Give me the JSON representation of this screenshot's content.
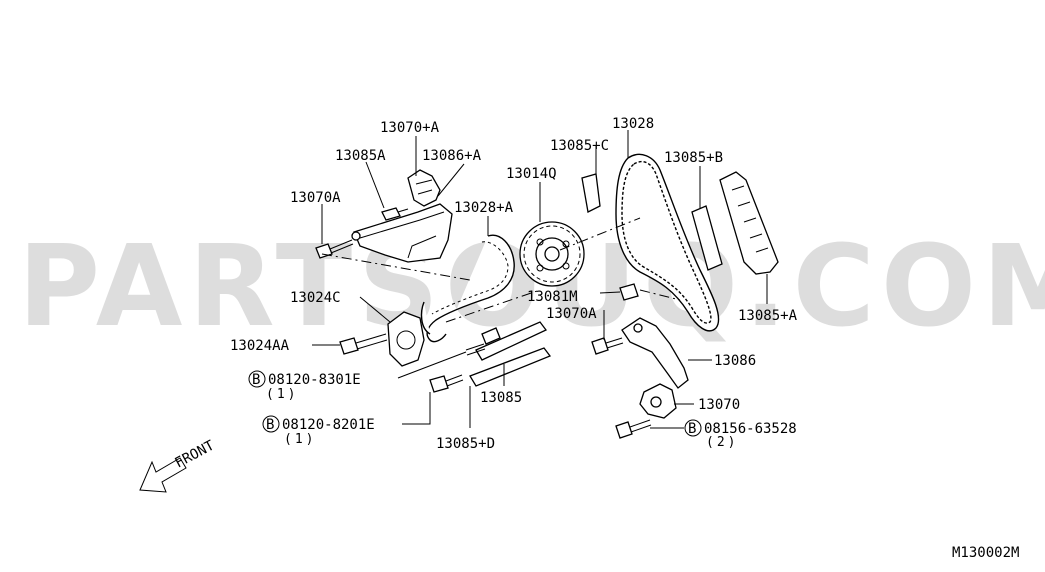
{
  "watermark": "PARTSOUQ.COM",
  "diagram_code": "M130002M",
  "front_label": "FRONT",
  "bolt_marker": "B",
  "labels": {
    "p13070_a": "13070+A",
    "p13085A": "13085A",
    "p13086_a": "13086+A",
    "p13070A_top": "13070A",
    "p13028_a": "13028+A",
    "p13014Q": "13014Q",
    "p13085_c": "13085+C",
    "p13028": "13028",
    "p13085_b": "13085+B",
    "p13024C": "13024C",
    "p13081M": "13081M",
    "p13070A_mid": "13070A",
    "p13085_a": "13085+A",
    "p13024AA": "13024AA",
    "p13086": "13086",
    "b08120_8301E": "08120-8301E",
    "q1a": "(1)",
    "p13085": "13085",
    "p13070": "13070",
    "b08120_8201E": "08120-8201E",
    "q1b": "(1)",
    "b08156_63528": "08156-63528",
    "q2": "(2)",
    "p13085_d": "13085+D"
  }
}
